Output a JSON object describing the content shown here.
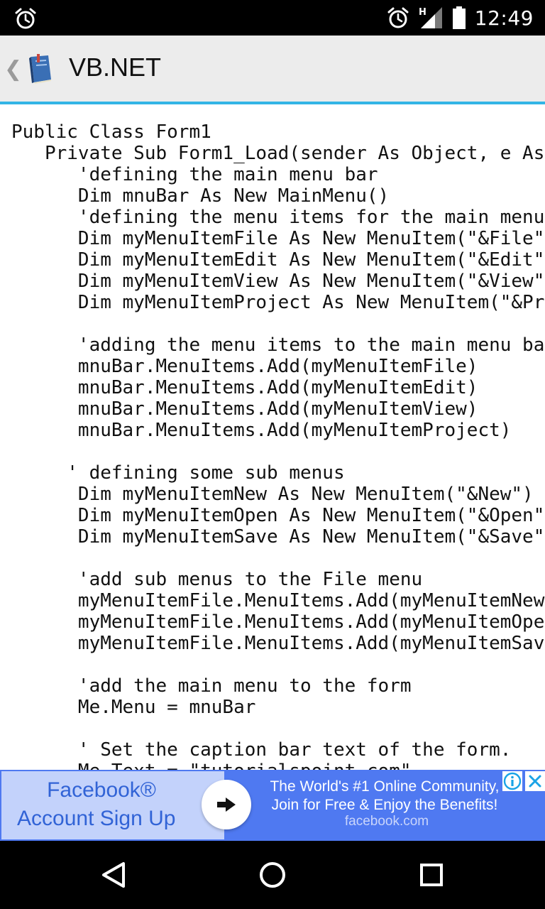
{
  "status_bar": {
    "time": "12:49",
    "network": "H",
    "icons": [
      "alarm-icon",
      "signal-icon",
      "battery-icon"
    ]
  },
  "action_bar": {
    "back_glyph": "❮",
    "title": "VB.NET",
    "app_icon": "book-icon"
  },
  "code": {
    "lines": [
      "Public Class Form1",
      "   Private Sub Form1_Load(sender As Object, e As",
      "      'defining the main menu bar",
      "      Dim mnuBar As New MainMenu()",
      "      'defining the menu items for the main menu",
      "      Dim myMenuItemFile As New MenuItem(\"&File\"",
      "      Dim myMenuItemEdit As New MenuItem(\"&Edit\"",
      "      Dim myMenuItemView As New MenuItem(\"&View\"",
      "      Dim myMenuItemProject As New MenuItem(\"&Pro",
      "",
      "      'adding the menu items to the main menu bar",
      "      mnuBar.MenuItems.Add(myMenuItemFile)",
      "      mnuBar.MenuItems.Add(myMenuItemEdit)",
      "      mnuBar.MenuItems.Add(myMenuItemView)",
      "      mnuBar.MenuItems.Add(myMenuItemProject)",
      "",
      "     ' defining some sub menus",
      "      Dim myMenuItemNew As New MenuItem(\"&New\")",
      "      Dim myMenuItemOpen As New MenuItem(\"&Open\"",
      "      Dim myMenuItemSave As New MenuItem(\"&Save\"",
      "",
      "      'add sub menus to the File menu",
      "      myMenuItemFile.MenuItems.Add(myMenuItemNew",
      "      myMenuItemFile.MenuItems.Add(myMenuItemOpen",
      "      myMenuItemFile.MenuItems.Add(myMenuItemSave",
      "",
      "      'add the main menu to the form",
      "      Me.Menu = mnuBar",
      "",
      "      ' Set the caption bar text of the form.",
      "      Me.Text = \"tutorialspoint.com\""
    ]
  },
  "ad": {
    "left_line1": "Facebook®",
    "left_line2": "Account Sign Up",
    "right_line1": "The World's #1 Online Community,",
    "right_line2": "Join for Free & Enjoy the Benefits!",
    "right_url": "facebook.com",
    "colors": {
      "banner": "#4f79f1",
      "left_panel": "#c3d2fb",
      "left_text": "#3163d6"
    }
  },
  "nav_bar": {
    "buttons": [
      "back-triangle-icon",
      "home-circle-icon",
      "recents-square-icon"
    ]
  }
}
